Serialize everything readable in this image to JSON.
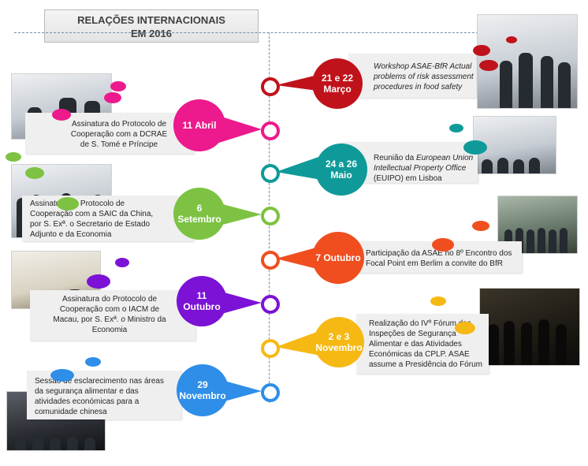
{
  "title": {
    "line1": "RELAÇÕES INTERNACIONAIS",
    "line2": "EM 2016"
  },
  "events": [
    {
      "date_line1": "21 e 22",
      "date_line2": "Março",
      "color": "#c0121b",
      "text_italic": "Workshop ASAE-BfR Actual problems of risk assessment procedures in food safety"
    },
    {
      "date_line1": "11 Abril",
      "date_line2": "",
      "color": "#ec1a8c",
      "text": "Assinatura do Protocolo de Cooperação com a DCRAE de S. Tomé e Príncipe"
    },
    {
      "date_line1": "24 a 26",
      "date_line2": "Maio",
      "color": "#0f9a99",
      "text_pre": "Reunião da ",
      "text_em": "European Union Intellectual Property Office",
      "text_post": " (EUIPO) em Lisboa"
    },
    {
      "date_line1": "6",
      "date_line2": "Setembro",
      "color": "#7dc242",
      "text": "Assinatura do Protocolo de Cooperação com a SAIC da China, por S. Exª. o Secretario de Estado  Adjunto e da Economia"
    },
    {
      "date_line1": "7 Outubro",
      "date_line2": "",
      "color": "#f04e1f",
      "text": "Participação da ASAE no 8º Encontro dos Focal Point em Berlim a convite do BfR"
    },
    {
      "date_line1": "11",
      "date_line2": "Outubro",
      "color": "#7b12d6",
      "text_pre": "Assinatura do Protocolo de Cooperação com o IACM de Macau, por S. Exª. ",
      "text_em": "o",
      "text_post": " Ministro da Economia"
    },
    {
      "date_line1": "2 e 3",
      "date_line2": "Novembro",
      "color": "#f6b913",
      "text": "Realização do IVº Fórum das Inspeções de Segurança Alimentar e das Atividades Económicas da CPLP. ASAE assume a Presidência do Fórum"
    },
    {
      "date_line1": "29",
      "date_line2": "Novembro",
      "color": "#2e8ee8",
      "text": "Sessão de esclarecimento nas áreas da segurança alimentar e das atividades económicas para a comunidade chinesa"
    }
  ],
  "colors": {
    "line": "#6f8fa8",
    "card": "#efefef",
    "title_border": "#b9b9b9"
  }
}
